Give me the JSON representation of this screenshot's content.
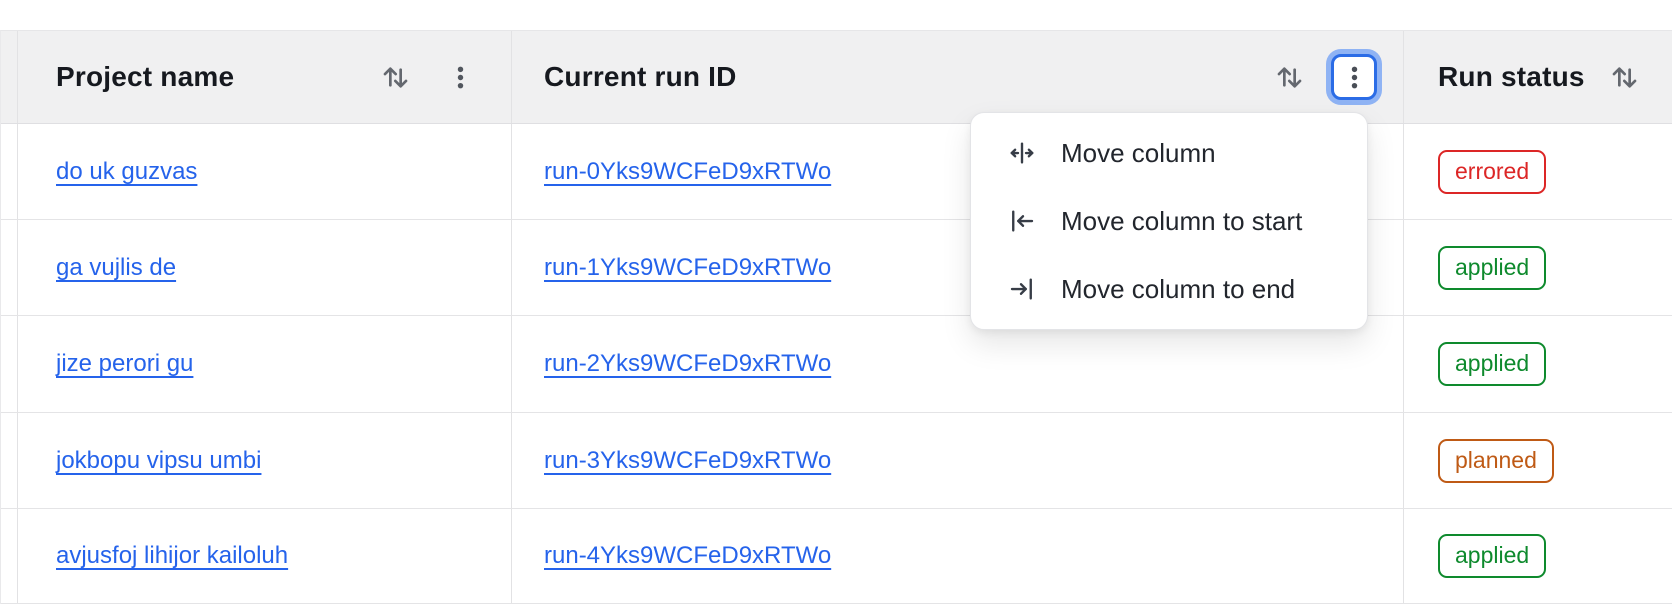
{
  "table": {
    "columns": [
      {
        "label": "Project name",
        "sortable": true,
        "has_menu": true,
        "menu_open": false
      },
      {
        "label": "Current run ID",
        "sortable": true,
        "has_menu": true,
        "menu_open": true
      },
      {
        "label": "Run status",
        "sortable": true,
        "has_menu": false,
        "menu_open": false
      }
    ],
    "rows": [
      {
        "project": "do uk guzvas",
        "run_id": "run-0Yks9WCFeD9xRTWo",
        "status": "errored"
      },
      {
        "project": "ga vujlis de",
        "run_id": "run-1Yks9WCFeD9xRTWo",
        "status": "applied"
      },
      {
        "project": "jize perori gu",
        "run_id": "run-2Yks9WCFeD9xRTWo",
        "status": "applied"
      },
      {
        "project": "jokbopu vipsu umbi",
        "run_id": "run-3Yks9WCFeD9xRTWo",
        "status": "planned"
      },
      {
        "project": "avjusfoj lihijor kailoluh",
        "run_id": "run-4Yks9WCFeD9xRTWo",
        "status": "applied"
      }
    ]
  },
  "menu": {
    "items": [
      {
        "icon": "move-column-icon",
        "label": "Move column"
      },
      {
        "icon": "move-column-to-start-icon",
        "label": "Move column to start"
      },
      {
        "icon": "move-column-to-end-icon",
        "label": "Move column to end"
      }
    ]
  },
  "icons": {
    "sort-icon": "up-down arrows",
    "kebab-menu-icon": "three vertical dots",
    "move-column-icon": "arrows out from vertical bar",
    "move-column-to-start-icon": "arrow left into bar",
    "move-column-to-end-icon": "arrow right into bar"
  },
  "colors": {
    "header_bg": "#f0f0f1",
    "border": "#e2e2e4",
    "link": "#2563eb",
    "status_errored": "#dc2626",
    "status_applied": "#0e8a2d",
    "status_planned": "#bf5a15",
    "focus_border": "#2b6ce6",
    "focus_ring": "#8fb3f4"
  }
}
